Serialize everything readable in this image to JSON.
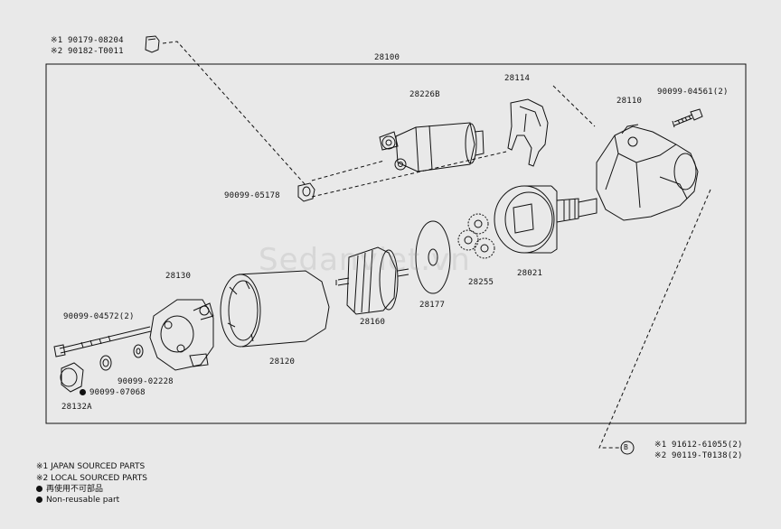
{
  "labels": {
    "p_90179_08204": "※1 90179-08204",
    "p_90182_T0011": "※2 90182-T0011",
    "p_28100": "28100",
    "p_28226B": "28226B",
    "p_28114": "28114",
    "p_28110": "28110",
    "p_90099_04561": "90099-04561(2)",
    "p_90099_05178": "90099-05178",
    "p_28130": "28130",
    "p_90099_04572": "90099-04572(2)",
    "p_28160": "28160",
    "p_28177": "28177",
    "p_28255": "28255",
    "p_28021": "28021",
    "p_28120": "28120",
    "p_90099_02228": "90099-02228",
    "p_90099_07068": "90099-07068",
    "p_28132A": "28132A",
    "p_91612_61055": "※1 91612-61055(2)",
    "p_90119_T0138": "※2 90119-T0138(2)",
    "circle_marker": "B"
  },
  "notes": {
    "japan": "※1 JAPAN SOURCED PARTS",
    "local": "※2 LOCAL SOURCED PARTS",
    "reuse_jp": "再使用不可部品",
    "non_reusable": "Non-reusable part"
  },
  "watermark": "Sedanviet.vn",
  "colors": {
    "background": "#e9e9e9",
    "line": "#111111"
  }
}
